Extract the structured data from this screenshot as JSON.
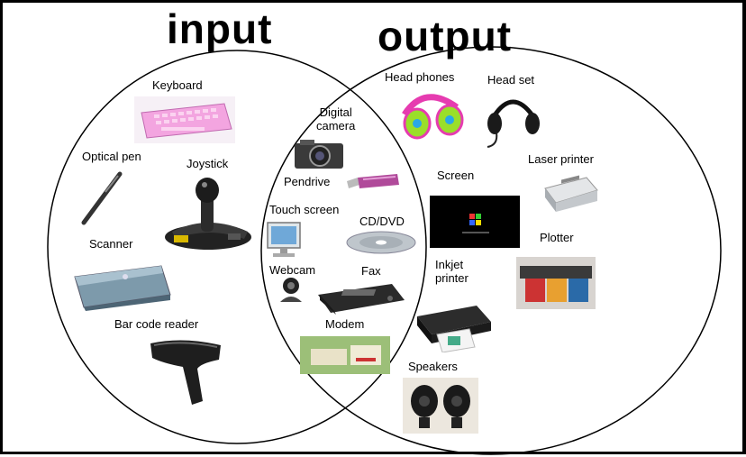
{
  "titles": {
    "input": "input",
    "output": "output"
  },
  "input_only": {
    "keyboard": "Keyboard",
    "optical_pen": "Optical pen",
    "joystick": "Joystick",
    "scanner": "Scanner",
    "bar_code_reader": "Bar code reader"
  },
  "both": {
    "digital_camera_line1": "Digital",
    "digital_camera_line2": "camera",
    "pendrive": "Pendrive",
    "touch_screen": "Touch screen",
    "cd_dvd": "CD/DVD",
    "webcam": "Webcam",
    "fax": "Fax",
    "modem": "Modem"
  },
  "output_only": {
    "head_phones": "Head phones",
    "head_set": "Head set",
    "screen": "Screen",
    "laser_printer": "Laser printer",
    "plotter": "Plotter",
    "inkjet_line1": "Inkjet",
    "inkjet_line2": "printer",
    "speakers": "Speakers"
  }
}
